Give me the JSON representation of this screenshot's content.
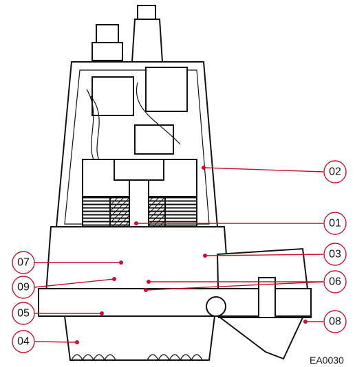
{
  "colors": {
    "callout": "#c8102e",
    "ink": "#111111"
  },
  "callouts": [
    {
      "id": "01",
      "label": "01"
    },
    {
      "id": "02",
      "label": "02"
    },
    {
      "id": "03",
      "label": "03"
    },
    {
      "id": "04",
      "label": "04"
    },
    {
      "id": "05",
      "label": "05"
    },
    {
      "id": "06",
      "label": "06"
    },
    {
      "id": "07",
      "label": "07"
    },
    {
      "id": "08",
      "label": "08"
    },
    {
      "id": "09",
      "label": "09"
    }
  ],
  "drawing_code": "EA0030"
}
